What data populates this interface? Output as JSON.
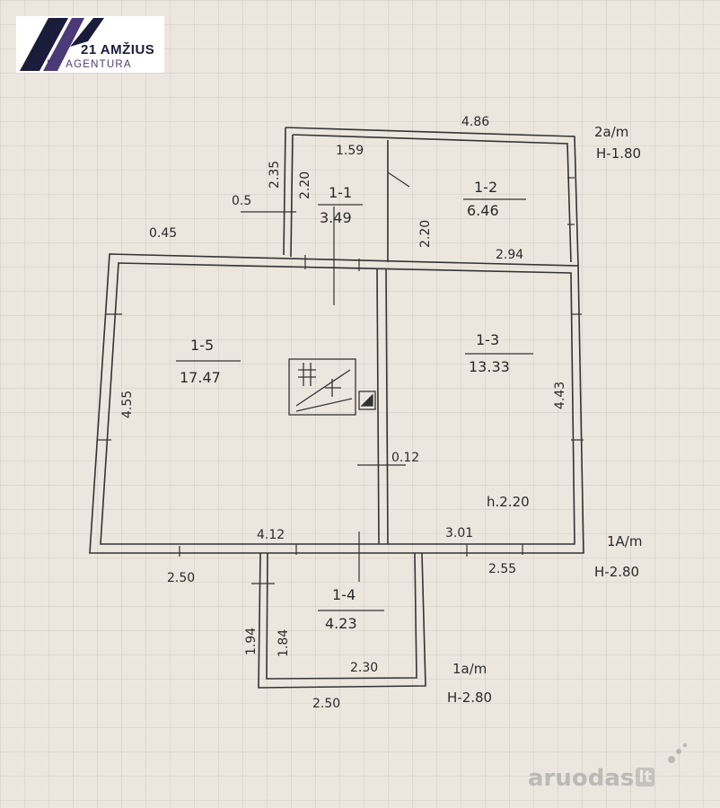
{
  "logo": {
    "name": "21 AMŽIUS",
    "tagline": "NT AGENTURA",
    "colors": {
      "dark": "#1b1b3a",
      "purple": "#4b3a78"
    }
  },
  "watermark": {
    "name": "aruodas",
    "tld": "lt"
  },
  "rooms": [
    {
      "id": "1-1",
      "area": "3.49"
    },
    {
      "id": "1-2",
      "area": "6.46"
    },
    {
      "id": "1-3",
      "area": "13.33"
    },
    {
      "id": "1-4",
      "area": "4.23"
    },
    {
      "id": "1-5",
      "area": "17.47"
    }
  ],
  "dimensions": {
    "top_width": "4.86",
    "top_height": "2.35",
    "room11_width": "1.59",
    "room11_height": "2.20",
    "room12_height": "2.20",
    "left_offset": "0.5",
    "corner_offset": "0.45",
    "room13_top": "2.94",
    "room15_height": "4.55",
    "room13_height": "4.43",
    "partition": "0.12",
    "bottom_left": "4.12",
    "bottom_right": "3.01",
    "outside_left": "2.50",
    "outside_right": "2.55",
    "room14_inner_h": "1.84",
    "room14_outer_h": "1.94",
    "room14_inner_w": "2.30",
    "room14_outer_w": "2.50"
  },
  "floor_notes": {
    "attic_label": "2a/m",
    "attic_height": "H-1.80",
    "room13_height_note": "h.2.20",
    "main_label": "1A/m",
    "main_height": "H-2.80",
    "porch_label": "1a/m",
    "porch_height": "H-2.80"
  }
}
